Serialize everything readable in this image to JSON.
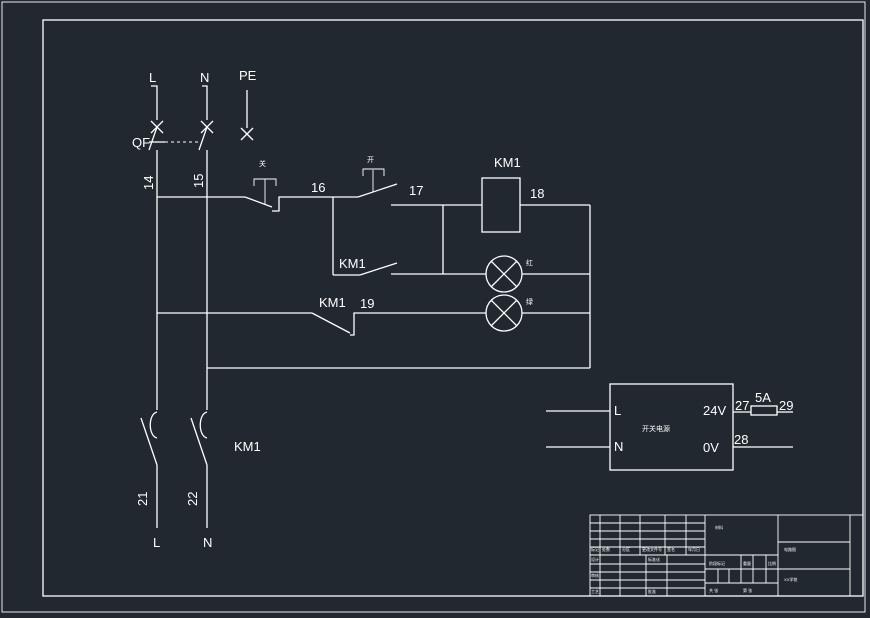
{
  "colors": {
    "background": "#212830",
    "line": "#ffffff"
  },
  "terminals": {
    "top_l": "L",
    "top_n": "N",
    "top_pe": "PE",
    "breaker": "QF",
    "w14": "14",
    "w15": "15",
    "w16": "16",
    "w17": "17",
    "w18": "18",
    "w19": "19",
    "w21": "21",
    "w22": "22",
    "bot_l": "L",
    "bot_n": "N"
  },
  "buttons": {
    "stop": "关",
    "start": "开"
  },
  "contactor": {
    "coil": "KM1",
    "hold_contact": "KM1",
    "nc_contact": "KM1",
    "main_contacts": "KM1"
  },
  "lamps": {
    "red": "红",
    "green": "绿"
  },
  "power_supply": {
    "name": "开关电源",
    "in_l": "L",
    "in_n": "N",
    "out_24v": "24V",
    "out_0v": "0V",
    "w27": "27",
    "w28": "28",
    "w29": "29",
    "fuse": "5A"
  },
  "title_block": {
    "material": "材料",
    "drawing_name": "电路图",
    "unit": "XX学校",
    "r_mark": "标记",
    "r_count": "处数",
    "r_zone": "分区",
    "r_doc": "更改文件号",
    "r_sign": "签名",
    "r_date": "年月日",
    "design": "设计",
    "standard": "标准化",
    "check": "审核",
    "process": "工艺",
    "approve": "批准",
    "stage_label": "阶段标记",
    "weight": "重量",
    "scale": "比例",
    "sheets_total": "共 张",
    "sheet_no": "第 张"
  }
}
